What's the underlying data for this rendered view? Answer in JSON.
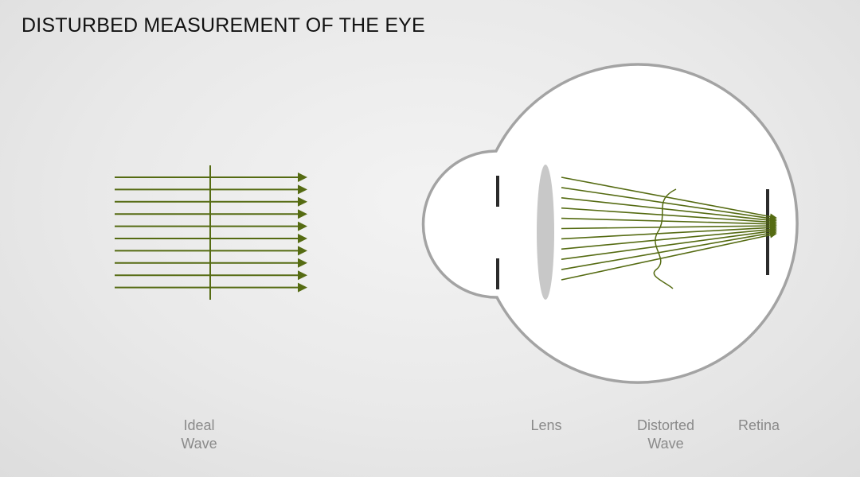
{
  "title": "DISTURBED MEASUREMENT OF THE EYE",
  "colors": {
    "ray": "#556b12",
    "eye_outline": "#a3a3a3",
    "eye_fill": "#ffffff",
    "lens": "#c8c8c8",
    "iris": "#2b2b2b",
    "label": "#8a8a8a"
  },
  "labels": {
    "ideal_wave": [
      "Ideal",
      "Wave"
    ],
    "lens": [
      "Lens"
    ],
    "distorted_wave": [
      "Distorted",
      "Wave"
    ],
    "retina": [
      "Retina"
    ]
  },
  "ideal_wave": {
    "ray_count": 10,
    "direction": "right"
  },
  "eye_rays": {
    "ray_count": 11,
    "converge_at": "retina"
  }
}
